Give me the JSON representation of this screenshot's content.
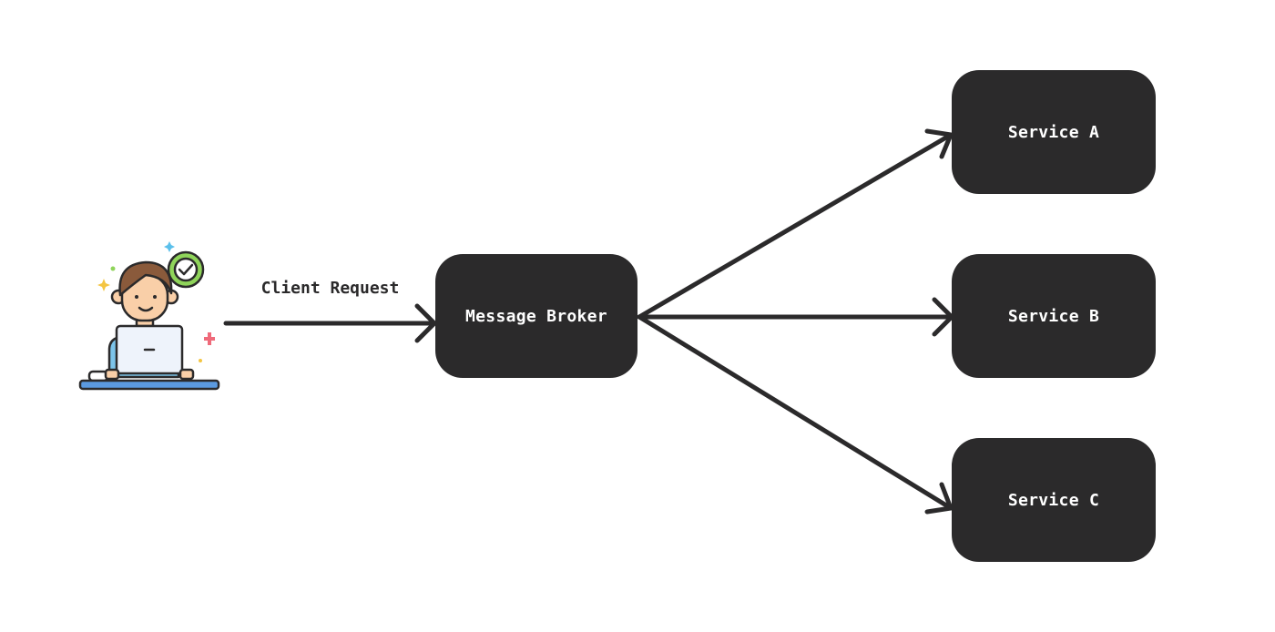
{
  "client": {
    "icon": "user-at-laptop-icon",
    "status_icon": "check-badge-icon"
  },
  "edges": {
    "client_request_label": "Client Request"
  },
  "nodes": {
    "broker_label": "Message Broker",
    "service_a_label": "Service A",
    "service_b_label": "Service B",
    "service_c_label": "Service C"
  },
  "colors": {
    "node_fill": "#2b2a2b",
    "node_text": "#ffffff",
    "arrow": "#2b2a2b",
    "skin": "#f9cfa8",
    "hair": "#8a5a3b",
    "shirt": "#7cc4ea",
    "laptop": "#eef3fb",
    "desk": "#5b9ae0",
    "check": "#8fd45a"
  }
}
